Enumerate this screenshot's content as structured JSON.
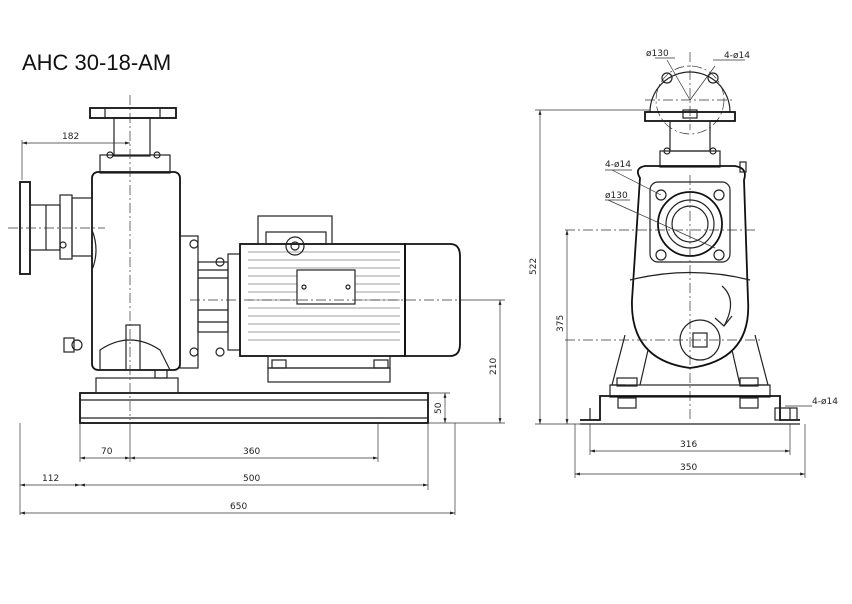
{
  "title": "АНС 30-18-АМ",
  "side_view": {
    "dims": {
      "d182": "182",
      "d70": "70",
      "d360": "360",
      "d112": "112",
      "d500": "500",
      "d650": "650",
      "d210": "210",
      "d50": "50"
    }
  },
  "front_view": {
    "dims": {
      "d130_top": "ø130",
      "holes_top": "4-ø14",
      "holes_mid": "4-ø14",
      "d130_mid": "ø130",
      "d522": "522",
      "d375": "375",
      "holes_base": "4-ø14",
      "d316": "316",
      "d350": "350"
    }
  }
}
